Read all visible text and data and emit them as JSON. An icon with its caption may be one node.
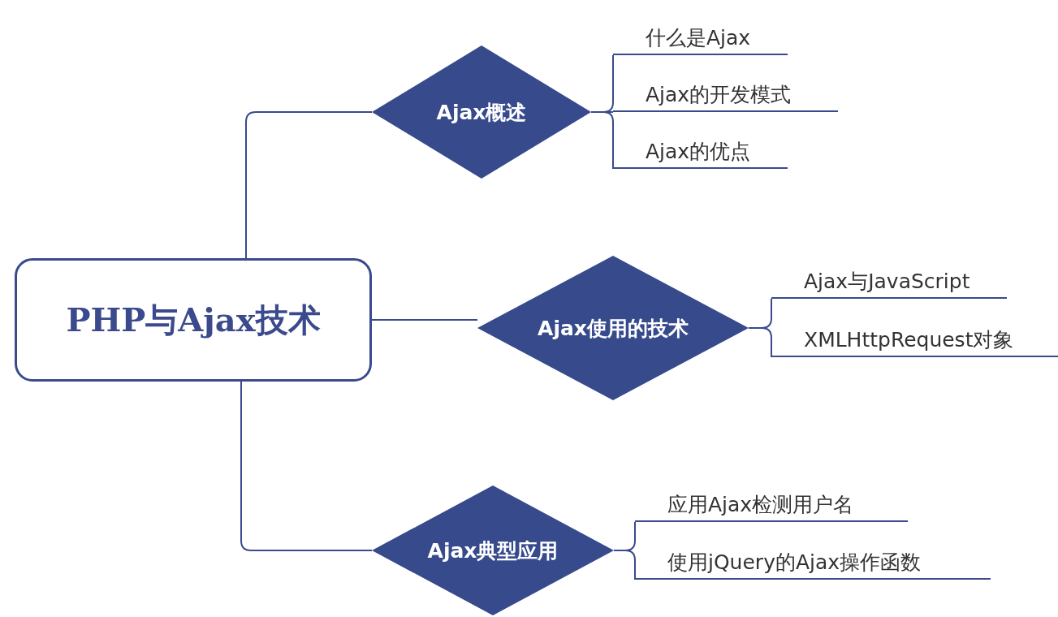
{
  "diagram": {
    "nodes": [
      {
        "text": [
          "PHP与Ajax技术"
        ]
      },
      {
        "text": [
          "Ajax概述"
        ]
      },
      {
        "text": [
          "什么是Ajax"
        ]
      },
      {
        "text": [
          "Ajax的开发模式"
        ]
      },
      {
        "text": [
          "Ajax的优点"
        ]
      },
      {
        "text": [
          "Ajax使用的技术"
        ]
      },
      {
        "text": [
          "Ajax与JavaScript"
        ]
      },
      {
        "text": [
          "XMLHttpRequest对象"
        ]
      },
      {
        "text": [
          "Ajax典型应用"
        ]
      },
      {
        "text": [
          "应用Ajax检测用户名"
        ]
      },
      {
        "text": [
          "使用jQuery的Ajax操作函数"
        ]
      }
    ],
    "edges": [
      {
        "from": 0,
        "to": 1,
        "arrow": "none"
      },
      {
        "from": 0,
        "to": 5,
        "arrow": "none"
      },
      {
        "from": 0,
        "to": 8,
        "arrow": "none"
      },
      {
        "from": 1,
        "to": 2,
        "arrow": "none"
      },
      {
        "from": 1,
        "to": 3,
        "arrow": "none"
      },
      {
        "from": 1,
        "to": 4,
        "arrow": "none"
      },
      {
        "from": 5,
        "to": 6,
        "arrow": "none"
      },
      {
        "from": 5,
        "to": 7,
        "arrow": "none"
      },
      {
        "from": 8,
        "to": 9,
        "arrow": "none"
      },
      {
        "from": 8,
        "to": 10,
        "arrow": "none"
      }
    ]
  }
}
